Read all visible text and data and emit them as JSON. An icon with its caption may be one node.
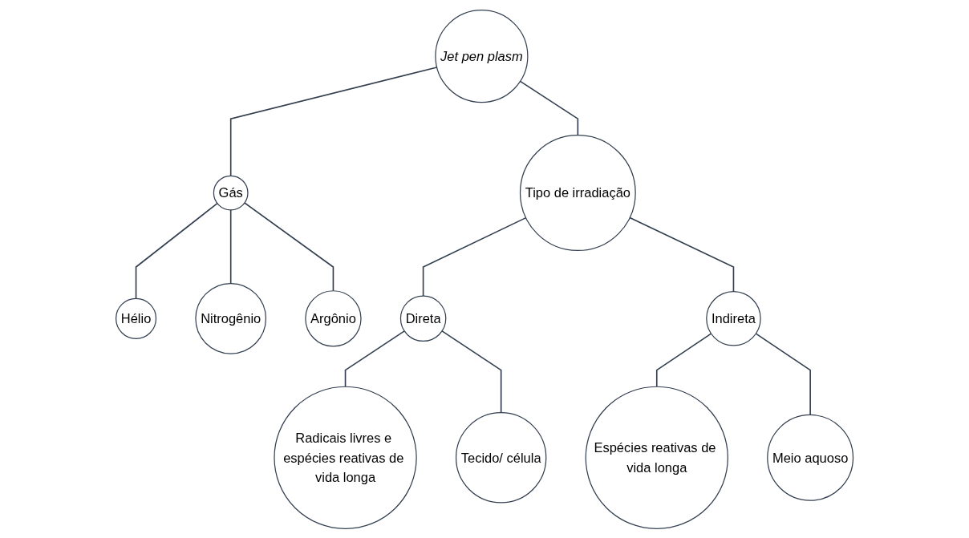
{
  "diagram": {
    "nodes": [
      {
        "text": [
          "Jet pen plasm"
        ]
      },
      {
        "text": [
          "Gás"
        ]
      },
      {
        "text": [
          "Tipo de irradiação"
        ]
      },
      {
        "text": [
          "Hélio"
        ]
      },
      {
        "text": [
          "Nitrogênio"
        ]
      },
      {
        "text": [
          "Argônio"
        ]
      },
      {
        "text": [
          "Direta"
        ]
      },
      {
        "text": [
          "Indireta"
        ]
      },
      {
        "text": [
          "Radicais livres e espécies reativas de vida longa"
        ]
      },
      {
        "text": [
          "Tecido/ célula"
        ]
      },
      {
        "text": [
          "Espécies reativas de vida longa"
        ]
      },
      {
        "text": [
          "Meio aquoso"
        ]
      }
    ],
    "edges": [
      {
        "from": 0,
        "to": 1,
        "arrow": "none"
      },
      {
        "from": 0,
        "to": 2,
        "arrow": "none"
      },
      {
        "from": 1,
        "to": 3,
        "arrow": "none"
      },
      {
        "from": 1,
        "to": 4,
        "arrow": "none"
      },
      {
        "from": 1,
        "to": 5,
        "arrow": "none"
      },
      {
        "from": 2,
        "to": 6,
        "arrow": "none"
      },
      {
        "from": 2,
        "to": 7,
        "arrow": "none"
      },
      {
        "from": 6,
        "to": 8,
        "arrow": "none"
      },
      {
        "from": 6,
        "to": 9,
        "arrow": "none"
      },
      {
        "from": 7,
        "to": 10,
        "arrow": "none"
      },
      {
        "from": 7,
        "to": 11,
        "arrow": "none"
      }
    ]
  }
}
